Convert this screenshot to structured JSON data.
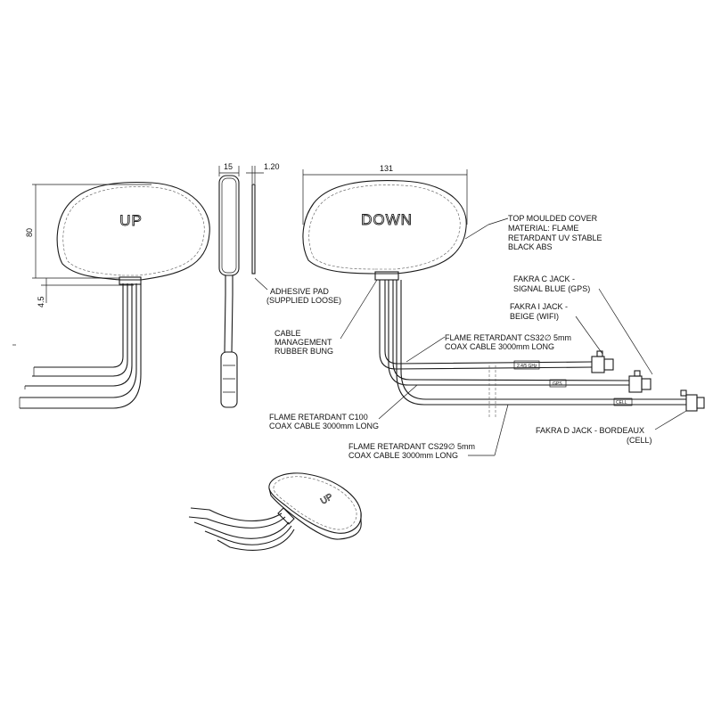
{
  "views": {
    "top_text": "UP",
    "bottom_text": "DOWN",
    "iso_text": "UP"
  },
  "dimensions": {
    "width": "131",
    "height": "80",
    "base": "4.5",
    "thickness": "15",
    "pad": "1.20"
  },
  "callouts": {
    "cover": [
      "TOP MOULDED COVER",
      "MATERIAL: FLAME",
      "RETARDANT UV STABLE",
      "BLACK ABS"
    ],
    "pad": [
      "ADHESIVE PAD",
      "(SUPPLIED LOOSE)"
    ],
    "bung": [
      "CABLE",
      "MANAGEMENT",
      "RUBBER BUNG"
    ],
    "cable_cs32": [
      "FLAME RETARDANT CS32∅ 5mm",
      "COAX CABLE 3000mm LONG"
    ],
    "cable_c100": [
      "FLAME RETARDANT C100",
      "COAX CABLE 3000mm LONG"
    ],
    "cable_cs29": [
      "FLAME RETARDANT CS29∅ 5mm",
      "COAX CABLE 3000mm LONG"
    ],
    "fakra_c": [
      "FAKRA C JACK -",
      "SIGNAL BLUE (GPS)"
    ],
    "fakra_i": [
      "FAKRA I JACK -",
      "BEIGE (WIFI)"
    ],
    "fakra_d": [
      "FAKRA D JACK - BORDEAUX",
      "(CELL)"
    ]
  },
  "cable_tags": {
    "wifi": "2.4/5 GHz",
    "gps": "GPS",
    "cell": "CELL"
  }
}
